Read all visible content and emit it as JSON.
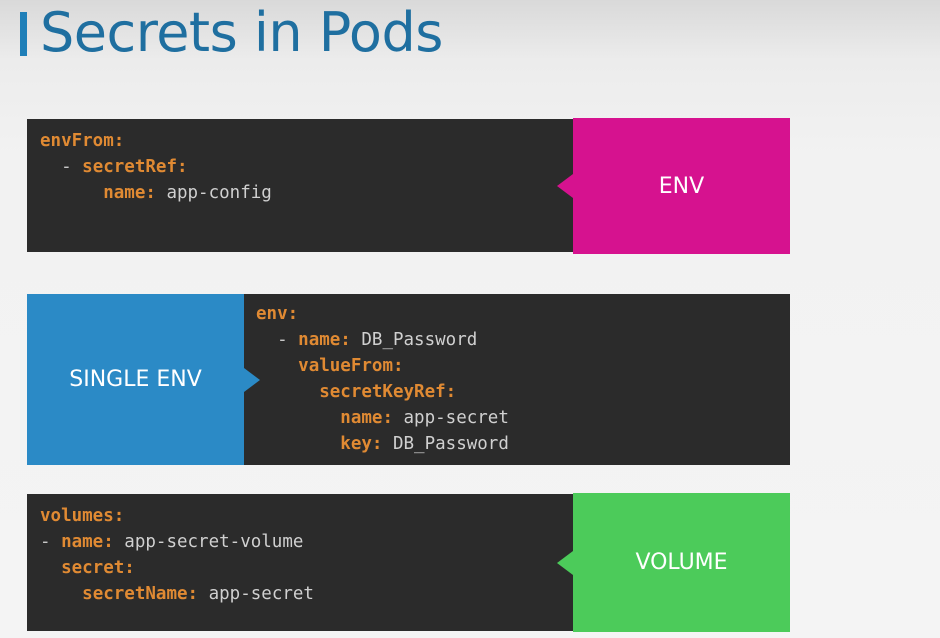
{
  "title": "Secrets in Pods",
  "colors": {
    "title": "#1f6fa0",
    "env": "#d6128f",
    "single_env": "#2b8ac6",
    "volume": "#4ccb5a",
    "code_bg": "#2b2b2b",
    "key": "#e08a33"
  },
  "env_block": {
    "tag": "ENV",
    "lines": [
      {
        "indent": "",
        "key": "envFrom:",
        "value": ""
      },
      {
        "indent": "  - ",
        "key": "secretRef:",
        "value": ""
      },
      {
        "indent": "      ",
        "key": "name:",
        "value": " app-config"
      }
    ]
  },
  "single_env_block": {
    "tag": "SINGLE ENV",
    "lines": [
      {
        "indent": "",
        "key": "env:",
        "value": ""
      },
      {
        "indent": "  - ",
        "key": "name:",
        "value": " DB_Password"
      },
      {
        "indent": "    ",
        "key": "valueFrom:",
        "value": ""
      },
      {
        "indent": "      ",
        "key": "secretKeyRef:",
        "value": ""
      },
      {
        "indent": "        ",
        "key": "name:",
        "value": " app-secret"
      },
      {
        "indent": "        ",
        "key": "key:",
        "value": " DB_Password"
      }
    ]
  },
  "volume_block": {
    "tag": "VOLUME",
    "lines": [
      {
        "indent": "",
        "key": "volumes:",
        "value": ""
      },
      {
        "indent": "- ",
        "key": "name:",
        "value": " app-secret-volume"
      },
      {
        "indent": "  ",
        "key": "secret:",
        "value": ""
      },
      {
        "indent": "    ",
        "key": "secretName:",
        "value": " app-secret"
      }
    ]
  }
}
